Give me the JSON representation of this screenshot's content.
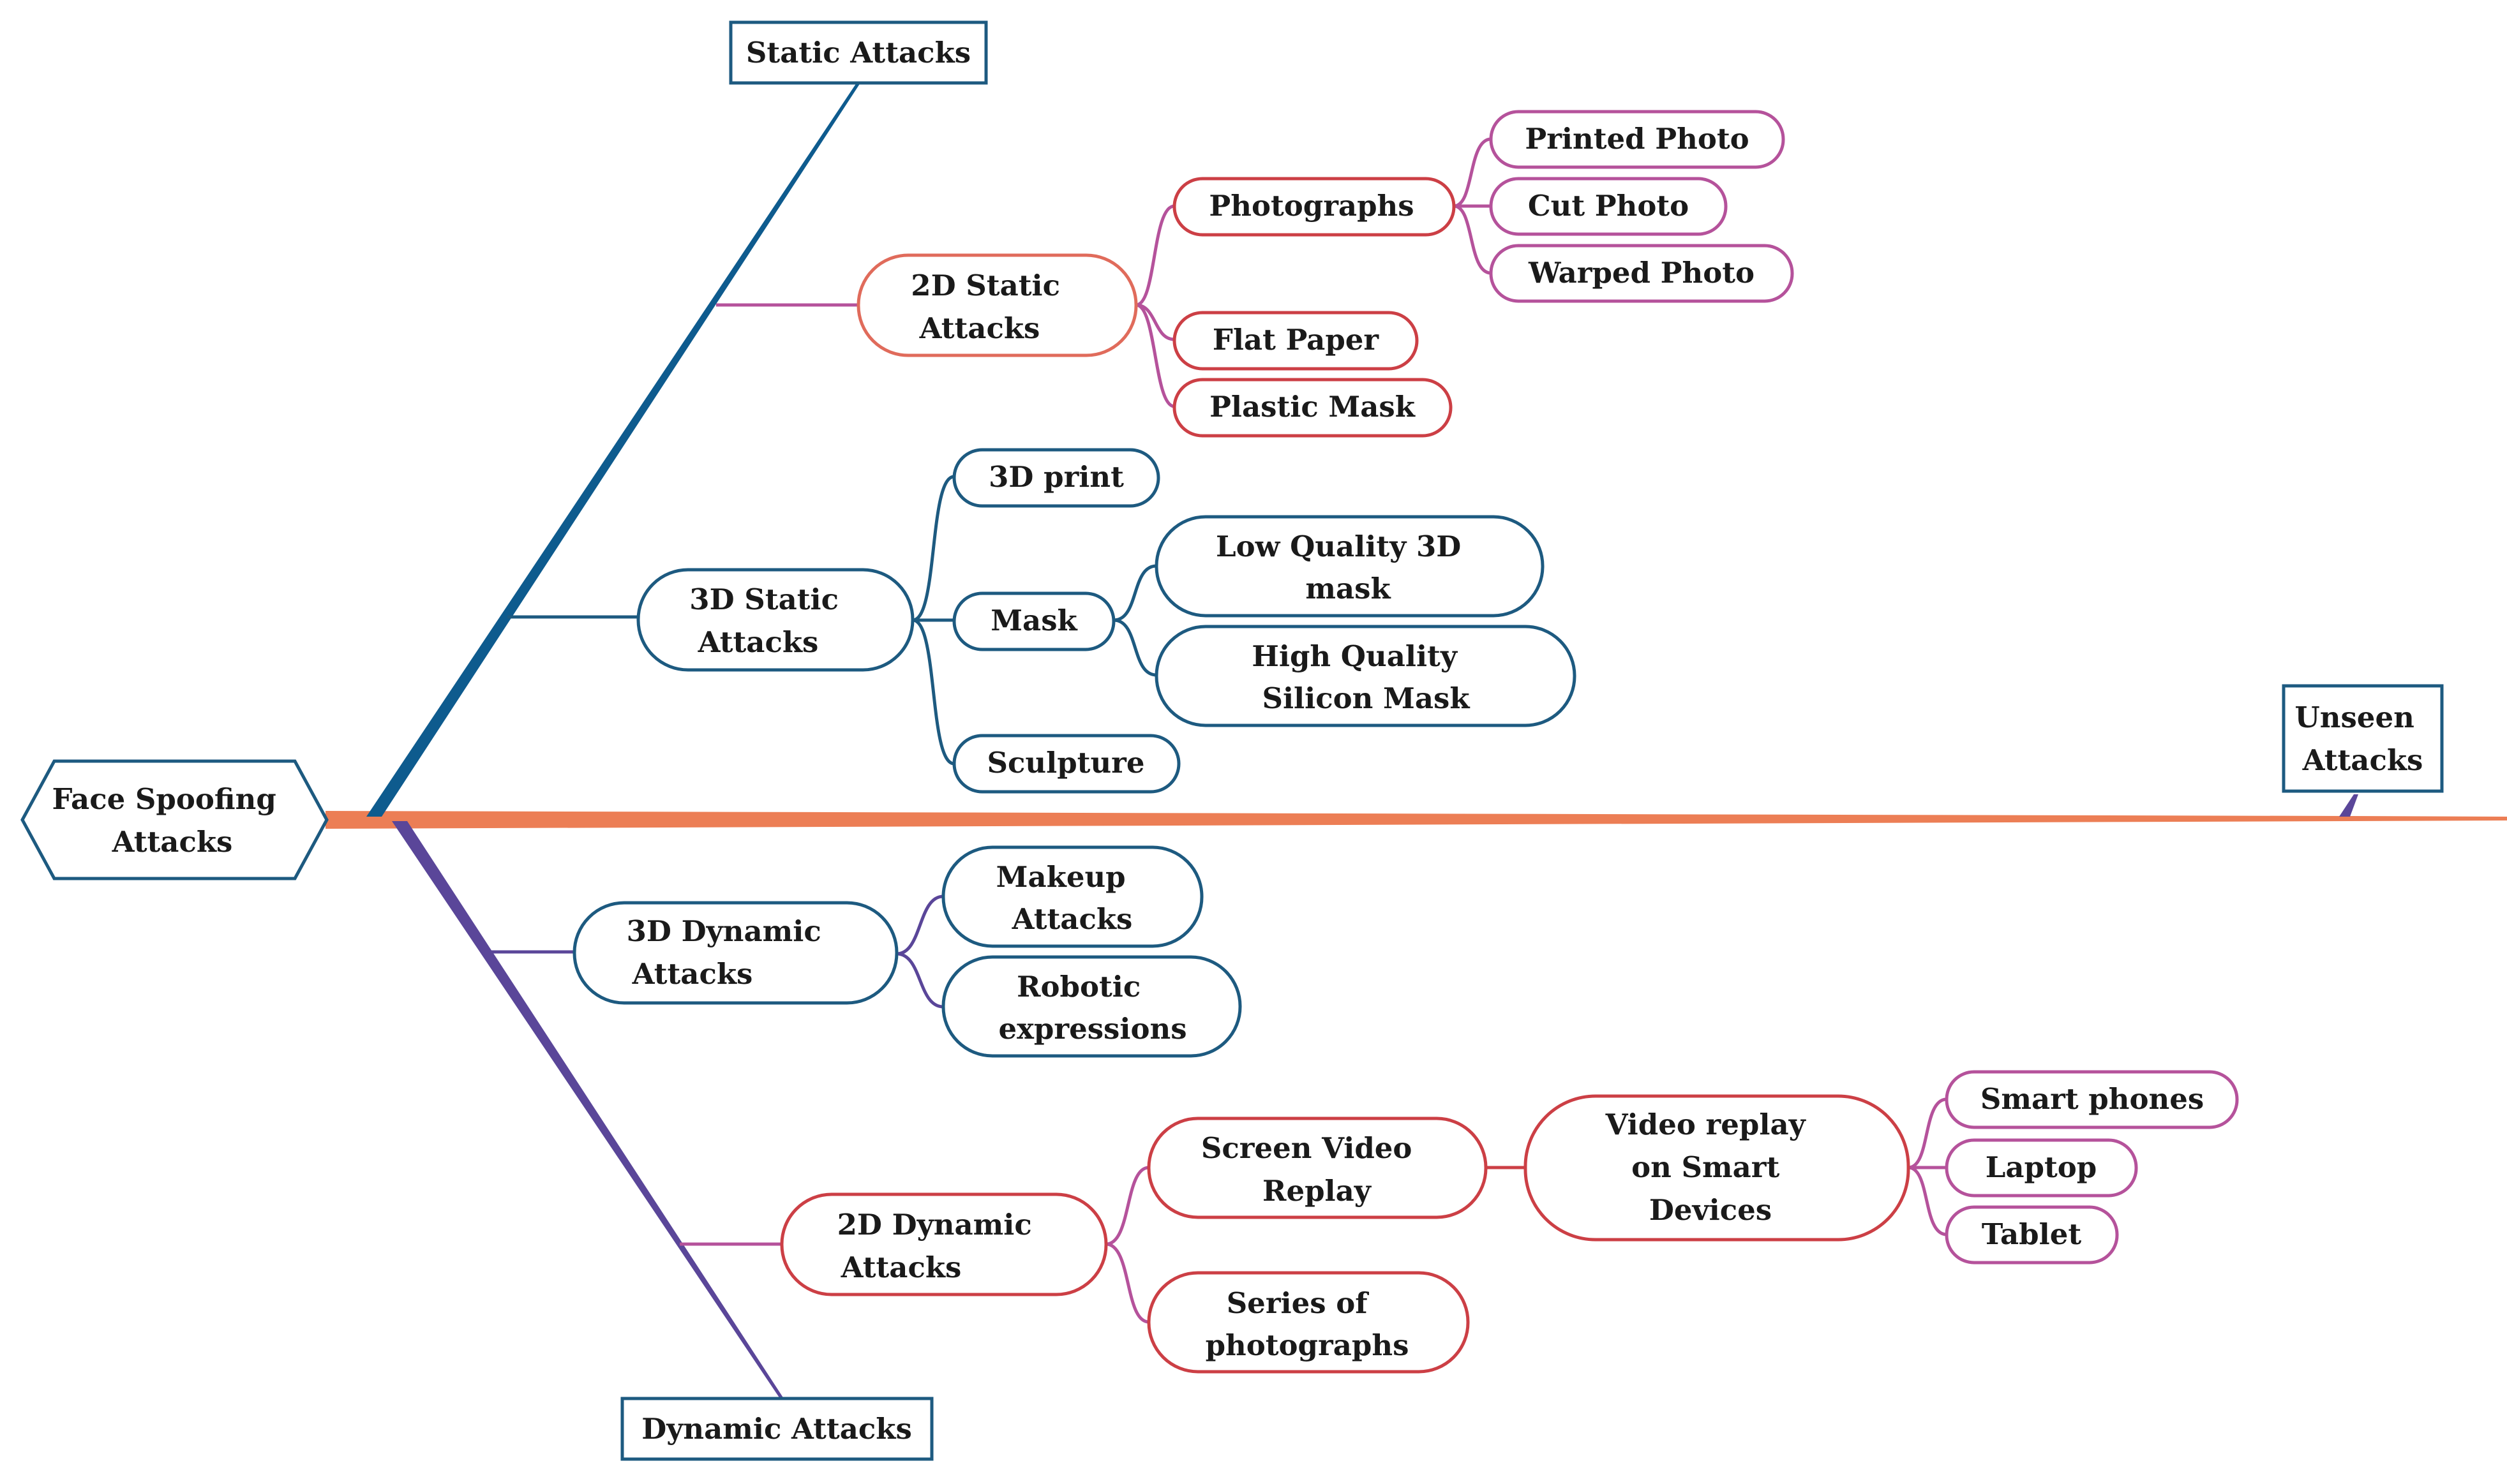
{
  "colors": {
    "blue": "#1d5a80",
    "blue_branch": "#0e5b8e",
    "red": "#cc3f45",
    "salmon": "#e06b5b",
    "pink": "#b5529b",
    "purple": "#5a4699",
    "orange": "#ec7e55"
  },
  "root": {
    "label": [
      "Face Spoofing",
      "Attacks"
    ]
  },
  "categories": {
    "static": "Static Attacks",
    "dynamic": "Dynamic Attacks",
    "unseen": [
      "Unseen",
      "Attacks"
    ]
  },
  "static_2d": {
    "label": [
      "2D Static",
      "Attacks"
    ],
    "photographs": "Photographs",
    "printed_photo": "Printed Photo",
    "cut_photo": "Cut Photo",
    "warped_photo": "Warped Photo",
    "flat_paper": "Flat Paper",
    "plastic_mask": "Plastic Mask"
  },
  "static_3d": {
    "label": [
      "3D Static",
      "Attacks"
    ],
    "print": "3D print",
    "mask": "Mask",
    "low_quality": [
      "Low Quality 3D",
      "mask"
    ],
    "high_quality": [
      "High Quality",
      "Silicon Mask"
    ],
    "sculpture": "Sculpture"
  },
  "dynamic_3d": {
    "label": [
      "3D Dynamic",
      "Attacks"
    ],
    "makeup": [
      "Makeup",
      "Attacks"
    ],
    "robotic": [
      "Robotic",
      "expressions"
    ]
  },
  "dynamic_2d": {
    "label": [
      "2D Dynamic",
      "Attacks"
    ],
    "screen_replay": [
      "Screen Video",
      "Replay"
    ],
    "video_replay": [
      "Video replay",
      "on Smart",
      "Devices"
    ],
    "smart_phones": "Smart phones",
    "laptop": "Laptop",
    "tablet": "Tablet",
    "series": [
      "Series of",
      "photographs"
    ]
  }
}
